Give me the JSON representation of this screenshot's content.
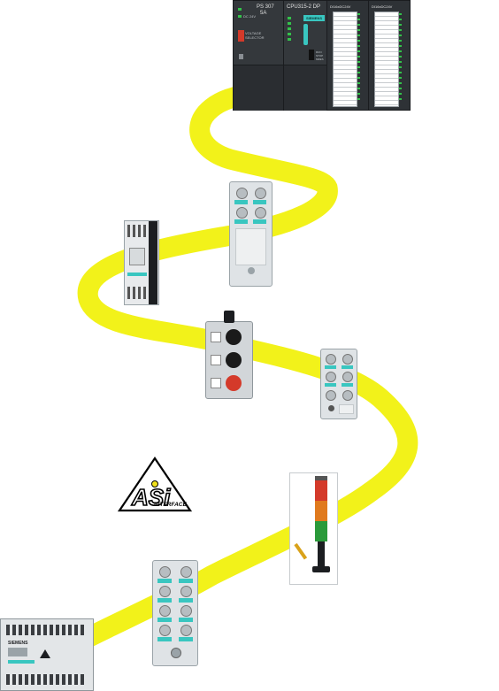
{
  "scene": {
    "colors": {
      "cable": "#f2f21a",
      "plc_body": "#2e3236",
      "plc_dark": "#1f2226",
      "module_light": "#d9dde0",
      "teal": "#39c6c0",
      "red": "#d43a2a",
      "green_led": "#33c24a"
    }
  },
  "plc": {
    "ps_title": "PS 307",
    "ps_rating": "5A",
    "ps_selector": "VOLTAGE SELECTOR",
    "ps_dc_label": "DC 24V",
    "cpu_title": "CPU315-2 DP",
    "cpu_brand": "SIEMENS",
    "cpu_run_label": "RUN",
    "cpu_stop_label": "STOP",
    "cpu_mres_label": "MRES",
    "di_module_label": "DI16xDC24V",
    "do_module_label": "DI16xDC24V"
  },
  "asi_logo": {
    "letters": "ASi",
    "sub": "INTERFACE",
    "colors": {
      "stroke": "#000000",
      "dot": "#f2e21a"
    }
  },
  "gateway": {
    "brand": "SIEMENS"
  },
  "stack_light": {
    "segments": [
      "#d43a2a",
      "#e07a1e",
      "#2a9a3a"
    ]
  }
}
